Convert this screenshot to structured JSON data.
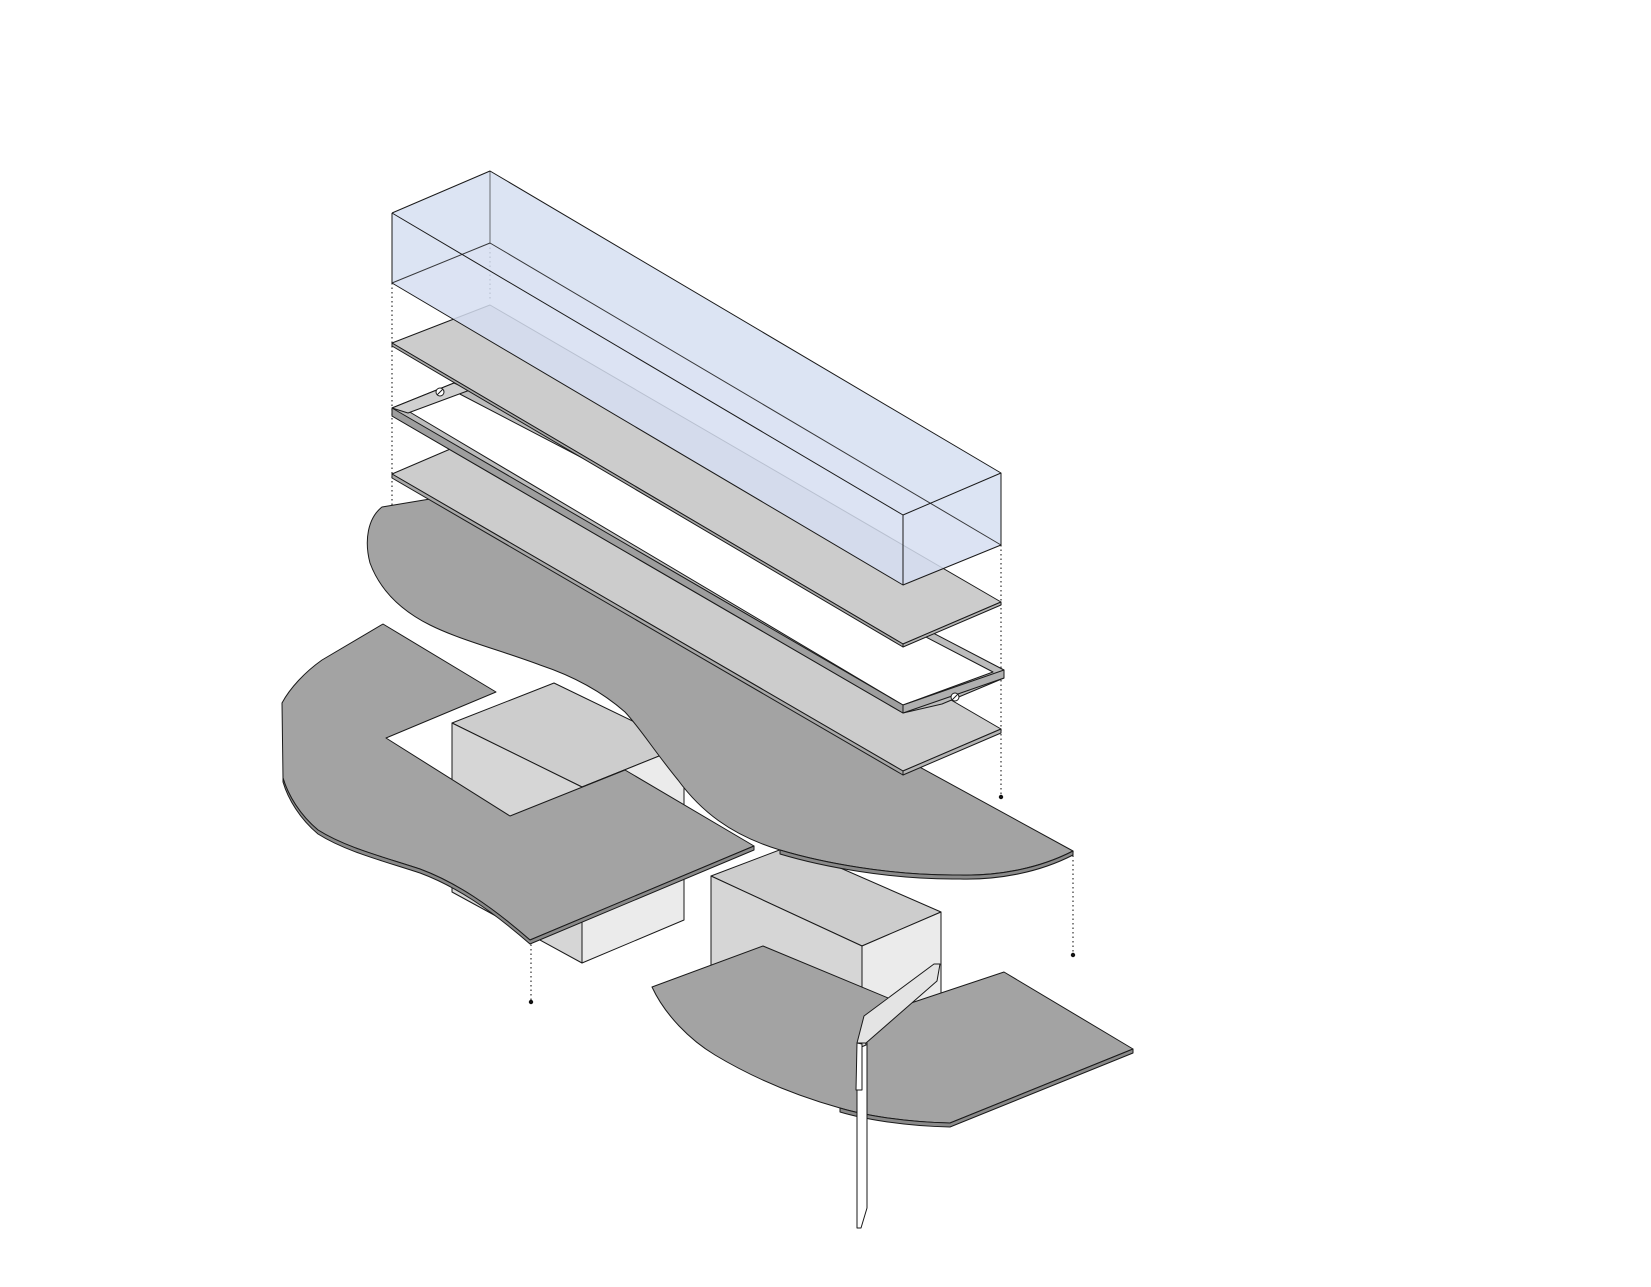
{
  "diagram": {
    "type": "exploded-axonometric",
    "background": "#ffffff",
    "colors": {
      "glass_volume": "#cfd9ee",
      "glass_volume_side": "#dbe3f3",
      "slab": "#cccccc",
      "slab_dark": "#bfbfbf",
      "floor_plate": "#a3a3a3",
      "block_light": "#d6d6d6",
      "block_face": "#ebebeb",
      "block_top": "#cdcdcd",
      "frame": "#bcbcbc",
      "line": "#1a1a1a",
      "guide": "#333333"
    },
    "parts": [
      {
        "id": "glass-volume",
        "icon": "translucent-box"
      },
      {
        "id": "roof-slab",
        "icon": "flat-slab"
      },
      {
        "id": "steel-frame",
        "icon": "rectangular-frame"
      },
      {
        "id": "floor-slab",
        "icon": "flat-slab"
      },
      {
        "id": "upper-curved-plate",
        "icon": "curved-plate"
      },
      {
        "id": "left-hooked-plate",
        "icon": "curved-plate"
      },
      {
        "id": "lower-plate",
        "icon": "curved-plate"
      },
      {
        "id": "block-a",
        "icon": "box"
      },
      {
        "id": "block-b",
        "icon": "box"
      },
      {
        "id": "column",
        "icon": "column"
      }
    ]
  }
}
